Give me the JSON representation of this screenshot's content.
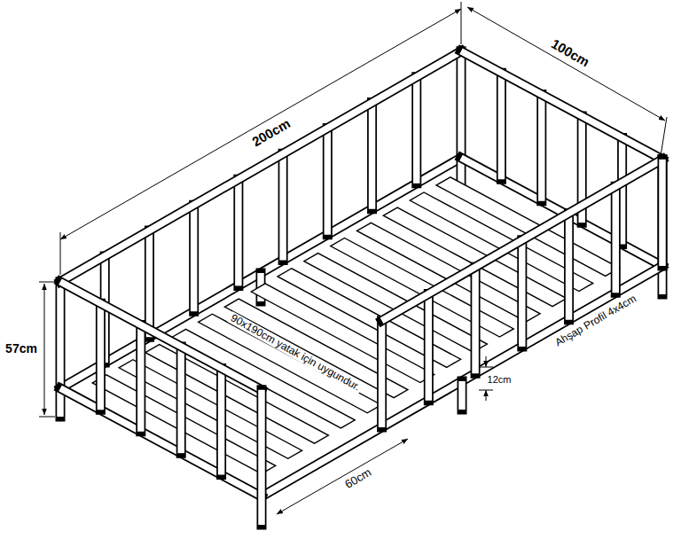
{
  "diagram": {
    "labels": [
      "200cm",
      "100cm",
      "57cm",
      "90x190cm yatak için uygundur.",
      "Ahşap Profil 4x4cm",
      "12cm",
      "60cm"
    ]
  }
}
